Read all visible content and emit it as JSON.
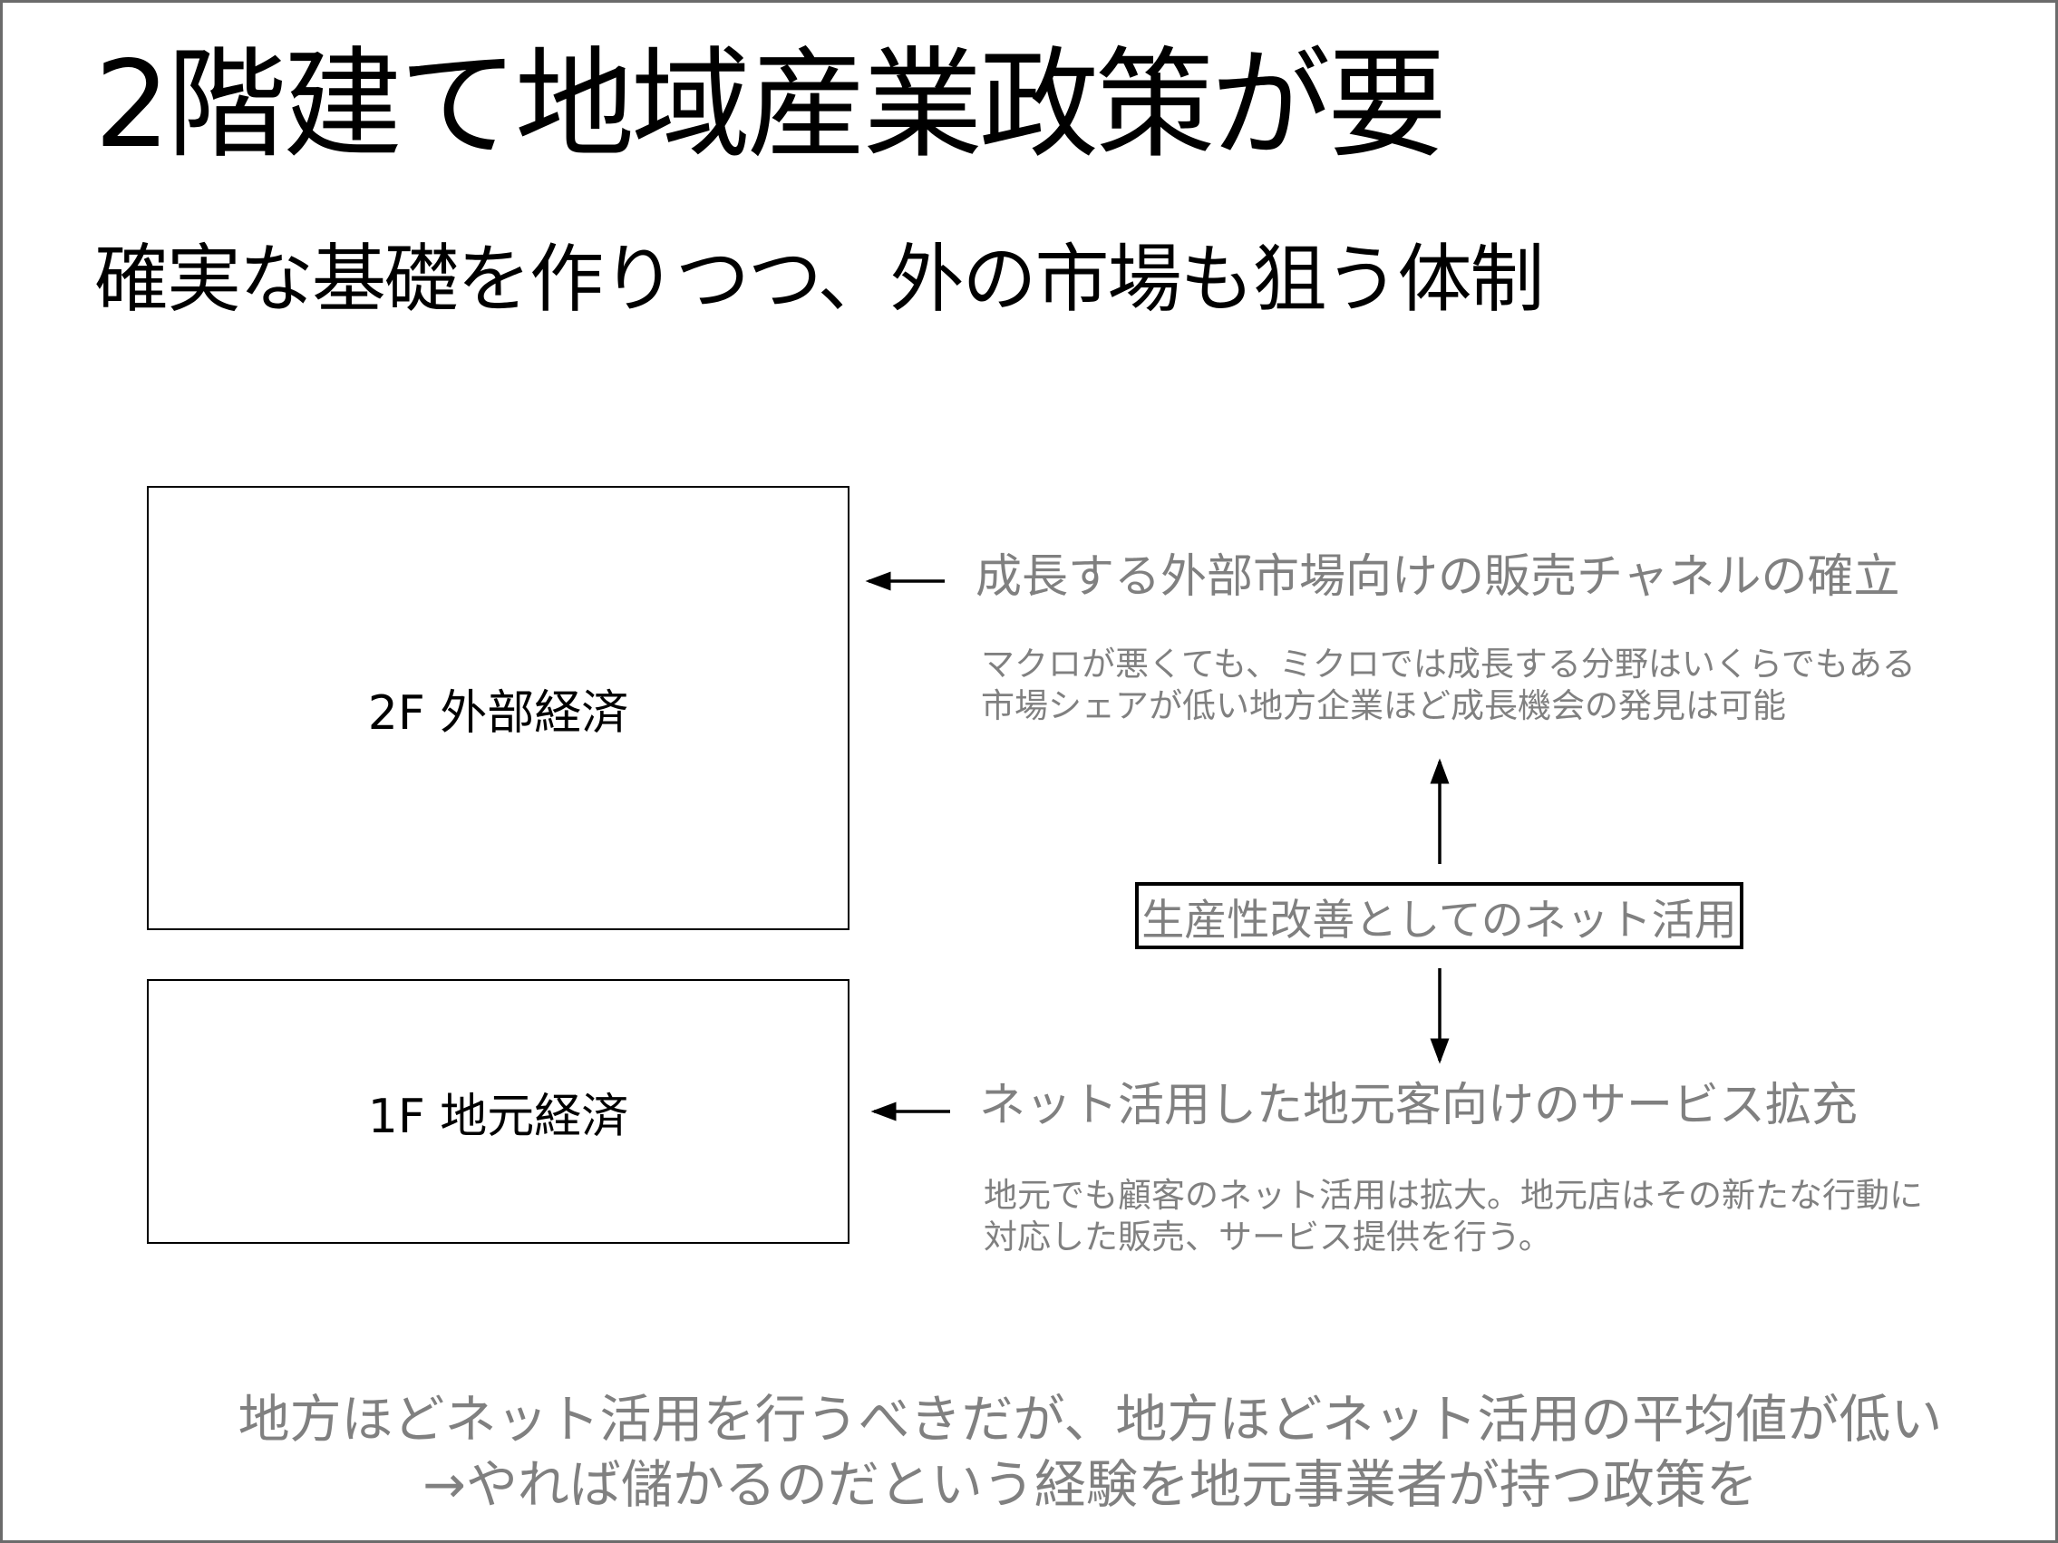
{
  "slide": {
    "title": "2階建て地域産業政策が要",
    "subtitle": "確実な基礎を作りつつ、外の市場も狙う体制",
    "floors": {
      "upper": {
        "label": "2F 外部経済"
      },
      "lower": {
        "label": "1F 地元経済"
      }
    },
    "upper_point": {
      "heading": "成長する外部市場向けの販売チャネルの確立",
      "lines": [
        "マクロが悪くても、ミクロでは成長する分野はいくらでもある",
        "市場シェアが低い地方企業ほど成長機会の発見は可能"
      ]
    },
    "center_label": "生産性改善としてのネット活用",
    "lower_point": {
      "heading": "ネット活用した地元客向けのサービス拡充",
      "lines": [
        "地元でも顧客のネット活用は拡大。地元店はその新たな行動に",
        "対応した販売、サービス提供を行う。"
      ]
    },
    "conclusion": [
      "地方ほどネット活用を行うべきだが、地方ほどネット活用の平均値が低い",
      "→やれば儲かるのだという経験を地元事業者が持つ政策を"
    ]
  }
}
